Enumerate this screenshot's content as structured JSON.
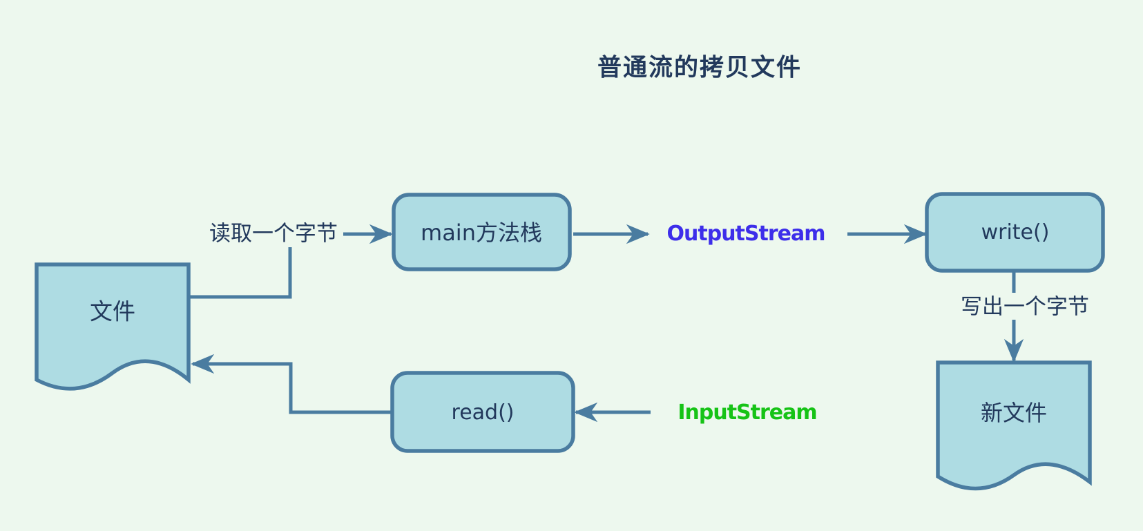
{
  "title": "普通流的拷贝文件",
  "colors": {
    "background": "#edf8ee",
    "node_fill": "#aedce3",
    "node_stroke": "#4a7ca0",
    "text_dark": "#22395c",
    "output_stream_text": "#3d2eea",
    "input_stream_text": "#16c316"
  },
  "nodes": {
    "source_file": {
      "label": "文件",
      "shape": "document"
    },
    "main_stack": {
      "label": "main方法栈",
      "shape": "rounded-rect"
    },
    "write_method": {
      "label": "write()",
      "shape": "rounded-rect"
    },
    "new_file": {
      "label": "新文件",
      "shape": "document"
    },
    "read_method": {
      "label": "read()",
      "shape": "rounded-rect"
    }
  },
  "edge_labels": {
    "read_byte": "读取一个字节",
    "output_stream": "OutputStream",
    "write_byte": "写出一个字节",
    "input_stream": "InputStream"
  }
}
